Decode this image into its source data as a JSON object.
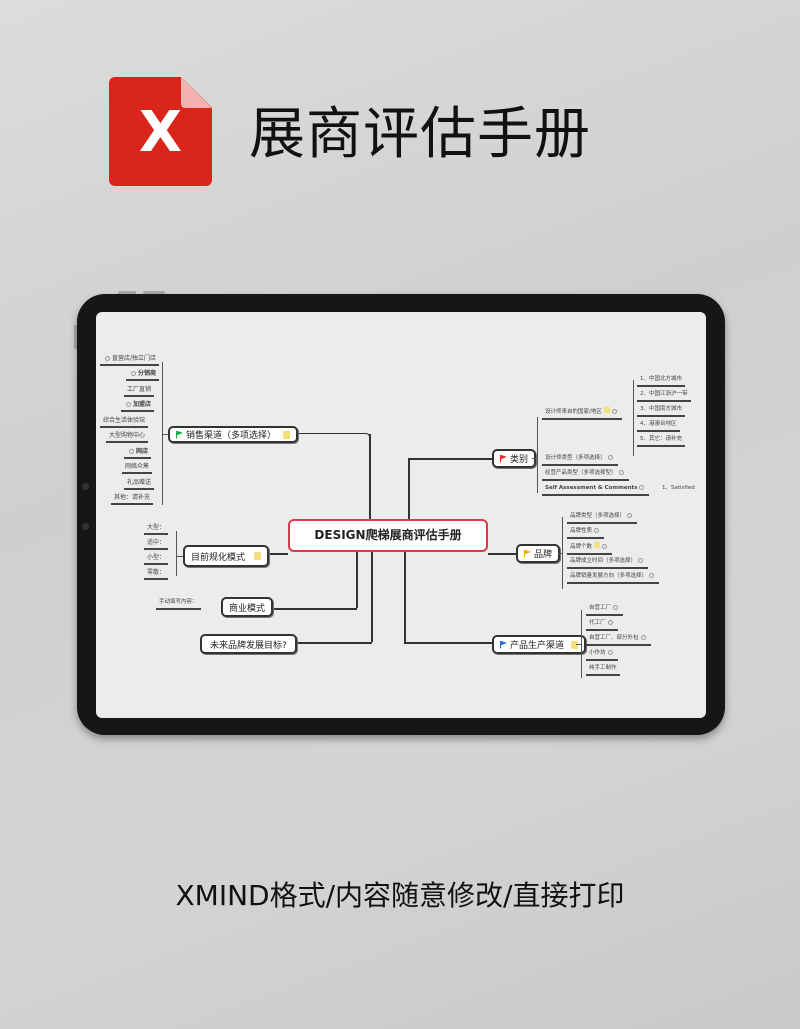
{
  "header": {
    "logo_letter": "X",
    "title": "展商评估手册"
  },
  "mindmap": {
    "root": "DESIGN爬梯展商评估手册",
    "left": {
      "sales_channels": {
        "label": "销售渠道（多项选择）",
        "flag_color": "#1fa84a",
        "children": [
          "直营店/独立门店",
          "分销商",
          "工厂直销",
          "加盟店",
          "综合生活体验馆",
          "大型购物中心",
          "网店",
          "网络众筹",
          "礼品赠送",
          "其他：请补充"
        ]
      },
      "scale": {
        "label": "目前规化模式",
        "children": [
          "大型：",
          "适中：",
          "小型：",
          "零散："
        ]
      },
      "business_model": {
        "label": "商业模式",
        "children": [
          "手动填写内容："
        ]
      },
      "future_goal": {
        "label": "未来品牌发展目标?"
      }
    },
    "right": {
      "category": {
        "label": "类别",
        "flag_color": "#e53030",
        "children": [
          {
            "label": "设计师来自的国家/地区",
            "children": [
              "1、中国北方城市",
              "2、中国江浙沪一带",
              "3、中国南方城市",
              "4、港澳台地区",
              "5、其它：请补充"
            ]
          },
          {
            "label": "设计师类型（多项选择）"
          },
          {
            "label": "经营产品类型（多项选择型）"
          },
          {
            "label": "Self Assessment & Comments",
            "children": [
              "1、Satisfied"
            ]
          }
        ]
      },
      "brand": {
        "label": "品牌",
        "flag_color": "#f2a81d",
        "children": [
          "品牌类型（多项选择）",
          "品牌性质",
          "品牌个数",
          "品牌成立时间（多项选择）",
          "品牌销量发展方向（多项选择）"
        ]
      },
      "production": {
        "label": "产品生产渠道",
        "flag_color": "#2a6fe0",
        "children": [
          "自营工厂",
          "代工厂",
          "自营工厂、部分外包",
          "小作坊",
          "纯手工制作"
        ]
      }
    }
  },
  "footer": {
    "caption": "XMIND格式/内容随意修改/直接打印"
  }
}
